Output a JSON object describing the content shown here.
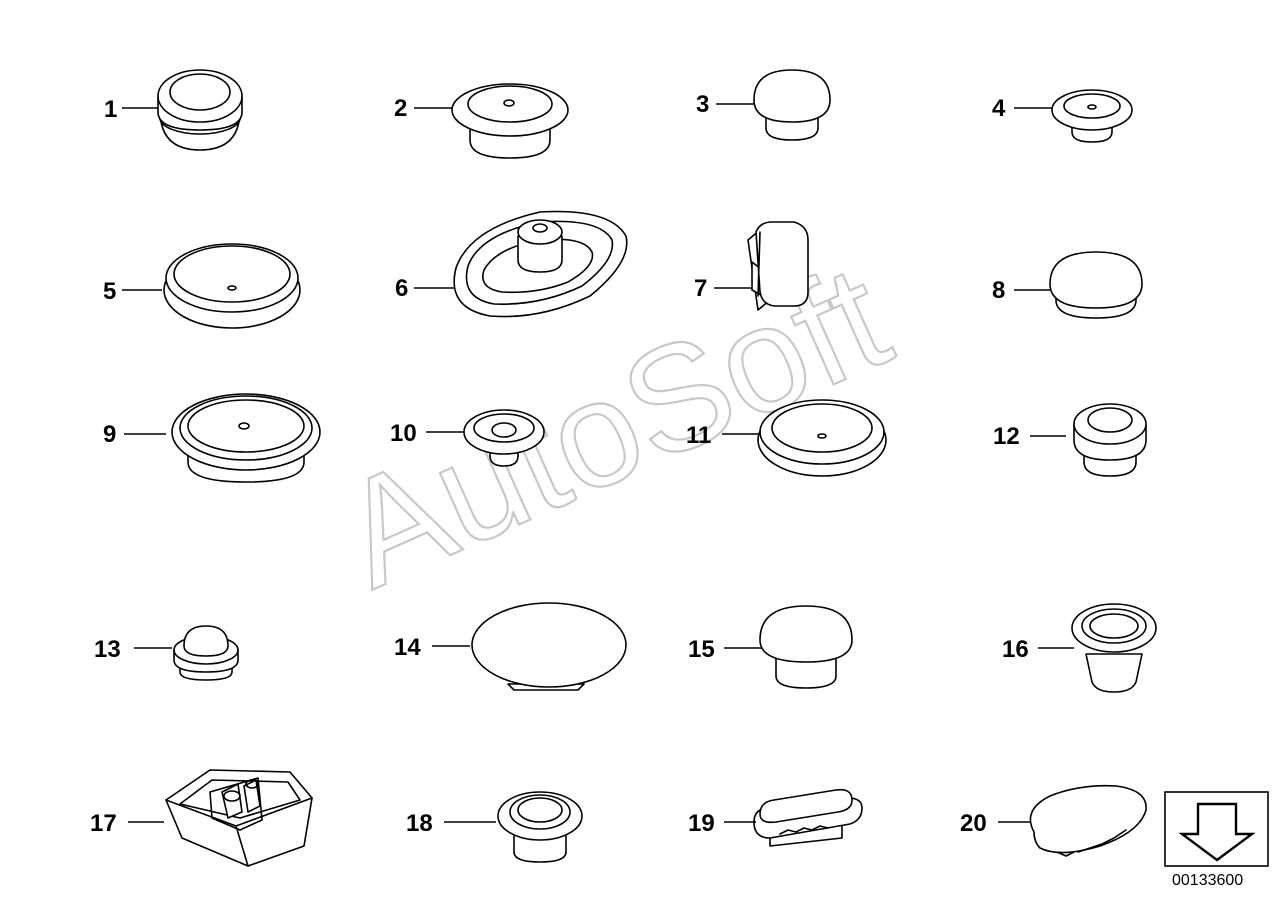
{
  "watermark": "AutoSoft",
  "diagram_code": "00133600",
  "callouts": [
    "1",
    "2",
    "3",
    "4",
    "5",
    "6",
    "7",
    "8",
    "9",
    "10",
    "11",
    "12",
    "13",
    "14",
    "15",
    "16",
    "17",
    "18",
    "19",
    "20"
  ],
  "colors": {
    "line": "#000000",
    "watermark": "#c8c8c8",
    "background": "#ffffff"
  },
  "icons": {
    "continue": "down-arrow-icon"
  }
}
